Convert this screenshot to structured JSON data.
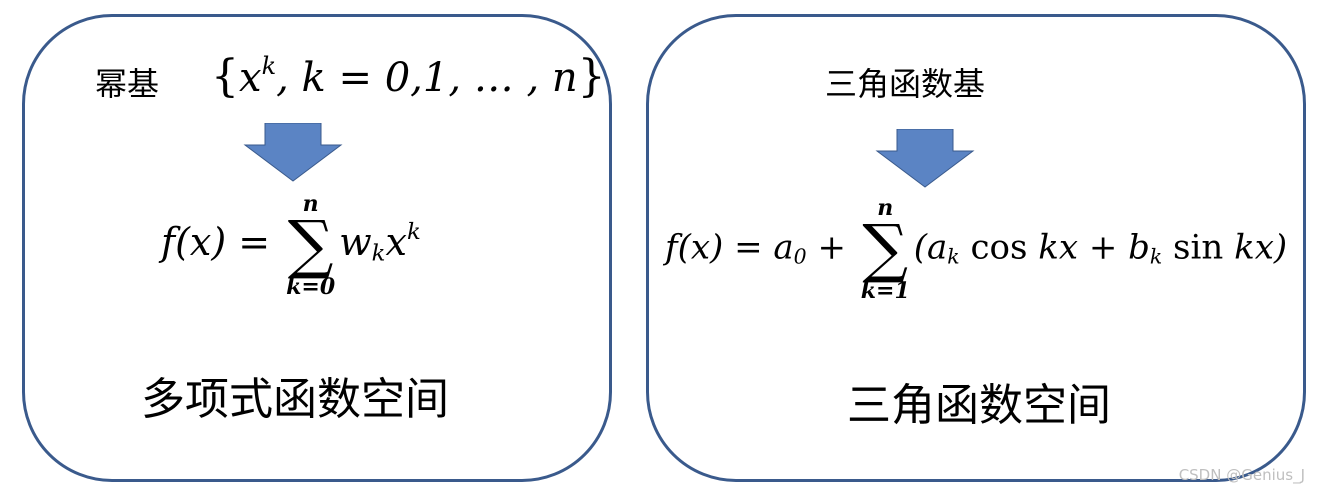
{
  "left_panel": {
    "basis_label": "幂基",
    "basis_set": {
      "open": "{",
      "x": "x",
      "x_sup": "k",
      "rest": ", k = 0,1, … , n",
      "close": "}"
    },
    "formula": {
      "lhs": "f(x) = ",
      "sum_upper": "n",
      "sum_lower": "k=0",
      "term_w": "w",
      "term_w_sub": "k",
      "term_x": "x",
      "term_x_sup": "k"
    },
    "space_label": "多项式函数空间"
  },
  "right_panel": {
    "basis_label": "三角函数基",
    "formula": {
      "lhs": "f(x) = a",
      "a0_sub": "0",
      "plus": " + ",
      "sum_upper": "n",
      "sum_lower": "k=1",
      "open_paren": "(a",
      "ak_sub": "k",
      "cos": " cos ",
      "kx1": "kx + b",
      "bk_sub": "k",
      "sin": " sin ",
      "kx2": "kx)"
    },
    "space_label": "三角函数空间"
  },
  "arrow_color": "#5b84c4",
  "border_color": "#3a5a8c",
  "watermark": "CSDN @Genius_J"
}
